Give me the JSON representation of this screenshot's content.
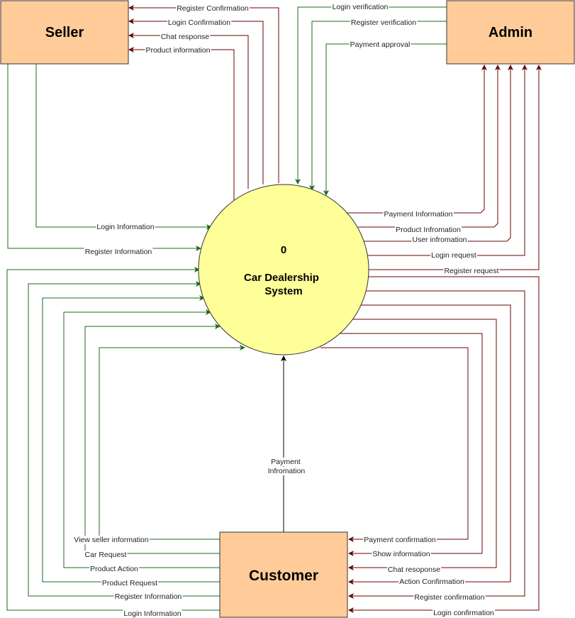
{
  "colors": {
    "entity_fill": "#FFCC99",
    "entity_stroke": "#333333",
    "process_fill": "#FFFF99",
    "process_stroke": "#333333",
    "to_seller_or_admin": "#6B0000",
    "from_seller_or_admin": "#1B6B1B",
    "payment_line": "#000000"
  },
  "entities": {
    "seller": "Seller",
    "admin": "Admin",
    "customer": "Customer"
  },
  "process": {
    "number": "0",
    "title_line1": "Car Dealership",
    "title_line2": "System"
  },
  "flows": {
    "seller_in": [
      "Register Confirmation",
      "Login Confirmation",
      "Chat response",
      "Product information"
    ],
    "seller_out": [
      "Login Information",
      "Register Information"
    ],
    "admin_out": [
      "Login verification",
      "Register verification",
      "Payment approval"
    ],
    "admin_in": [
      "Payment Information",
      "Product Infromation",
      "User infromation",
      "Login request",
      "Register request"
    ],
    "customer_out": [
      "View seller information",
      "Car Request",
      "Product Action",
      "Product Request",
      "Register Information",
      "Login Information"
    ],
    "customer_in": [
      "Payment confirmation",
      "Show information",
      "Chat resoponse",
      "Action Confirmation",
      "Register confirmation",
      "Login confirmation"
    ],
    "payment": [
      "Payment",
      "Infromation"
    ]
  }
}
